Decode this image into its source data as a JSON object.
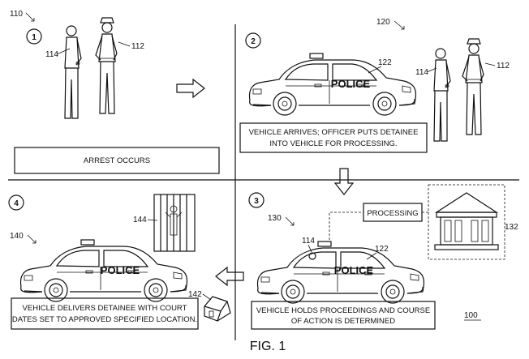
{
  "figure": {
    "label": "FIG. 1",
    "ref_overall": "100",
    "ref_main": "110"
  },
  "panels": [
    {
      "step": "1",
      "caption_lines": [
        "ARREST OCCURS"
      ],
      "refs": {
        "detainee": "114",
        "officer": "112"
      }
    },
    {
      "step": "2",
      "caption_lines": [
        "VEHICLE ARRIVES; OFFICER PUTS DETAINEE",
        "INTO VEHICLE FOR PROCESSING."
      ],
      "refs": {
        "panel": "120",
        "vehicle": "122",
        "detainee": "114",
        "officer": "112"
      }
    },
    {
      "step": "3",
      "caption_lines": [
        "VEHICLE HOLDS PROCEEDINGS AND COURSE",
        "OF ACTION IS DETERMINED"
      ],
      "refs": {
        "panel": "130",
        "detainee": "114",
        "vehicle": "122",
        "building": "132"
      },
      "processing_label": "PROCESSING"
    },
    {
      "step": "4",
      "caption_lines": [
        "VEHICLE DELIVERS DETAINEE WITH COURT",
        "DATES SET TO APPROVED SPECIFIED LOCATION."
      ],
      "refs": {
        "panel": "140",
        "jail": "144",
        "house": "142"
      }
    }
  ],
  "vehicle_text": "POLICE",
  "icons": [
    "arrow-right-icon",
    "arrow-down-icon",
    "arrow-left-icon",
    "police-car-icon",
    "courthouse-icon",
    "jail-cell-icon",
    "house-icon",
    "officer-icon",
    "detainee-icon"
  ]
}
